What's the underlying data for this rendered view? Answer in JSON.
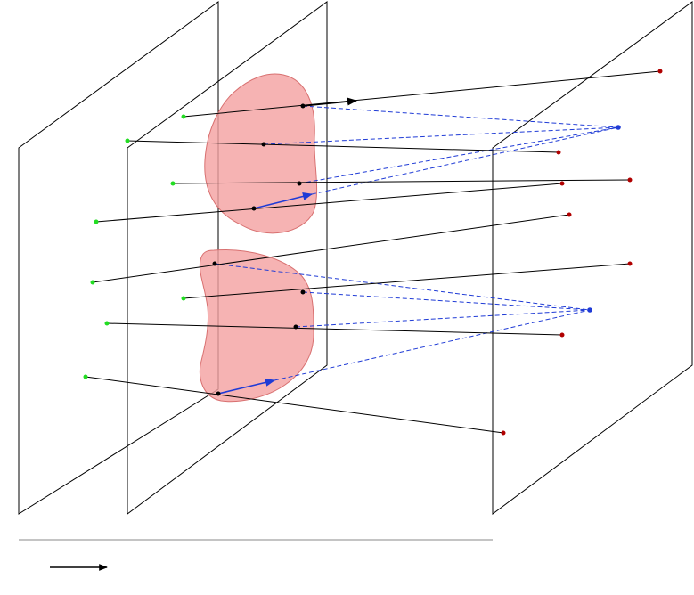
{
  "colors": {
    "background": "#ffffff",
    "plane_stroke": "#000000",
    "blob_fill": "#f4a0a0",
    "blob_stroke": "#d87070",
    "ray": "#000000",
    "dashed": "#1f3bd6",
    "source_point": "#1f3bd6",
    "start_point": "#22dd22",
    "end_point": "#b00000",
    "hit_point": "#000000",
    "arrow_blue": "#1f3bd6",
    "arrow_black": "#000000"
  },
  "diagram": {
    "planes": 3,
    "blobs": 2,
    "rays": 8,
    "source_points": 2,
    "dashed_lines": 8,
    "icons": [
      "arrow-right-icon"
    ]
  }
}
